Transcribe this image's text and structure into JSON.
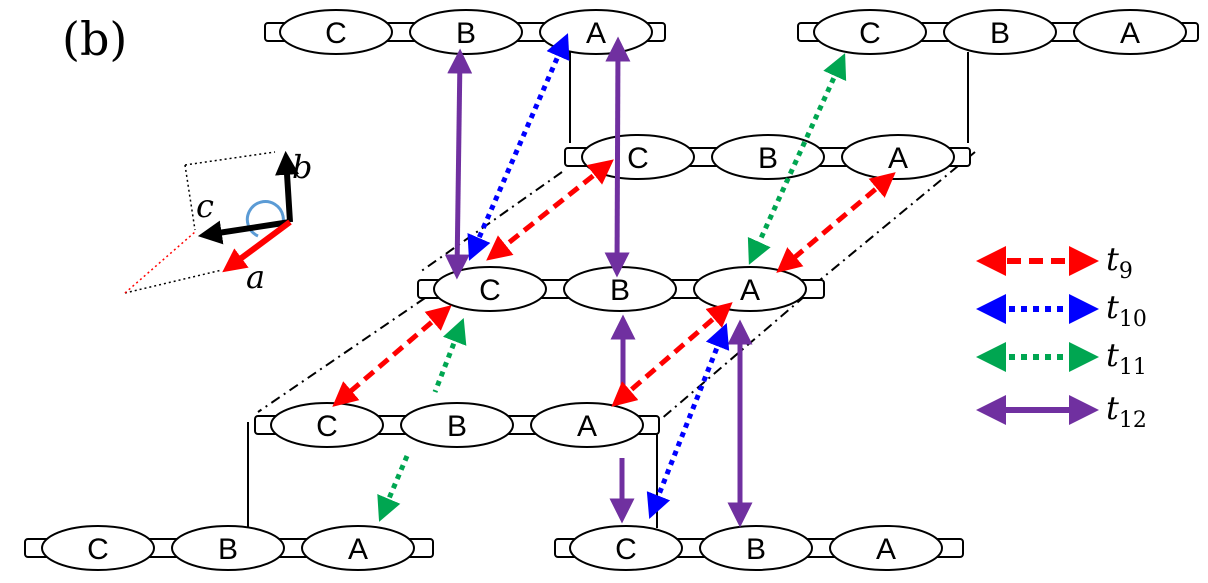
{
  "panel_label": "(b)",
  "axes": {
    "a": "a",
    "b": "b",
    "c": "c"
  },
  "atoms": [
    "C",
    "B",
    "A"
  ],
  "legend": [
    {
      "symbol": "t",
      "sub": "9",
      "color": "#ff0000",
      "style": "dashed"
    },
    {
      "symbol": "t",
      "sub": "10",
      "color": "#0000ff",
      "style": "dotted"
    },
    {
      "symbol": "t",
      "sub": "11",
      "color": "#00a651",
      "style": "dotted"
    },
    {
      "symbol": "t",
      "sub": "12",
      "color": "#7030a0",
      "style": "solid"
    }
  ],
  "colors": {
    "t9": "#ff0000",
    "t10": "#0000ff",
    "t11": "#00a651",
    "t12": "#7030a0",
    "arc": "#5b9bd5"
  }
}
